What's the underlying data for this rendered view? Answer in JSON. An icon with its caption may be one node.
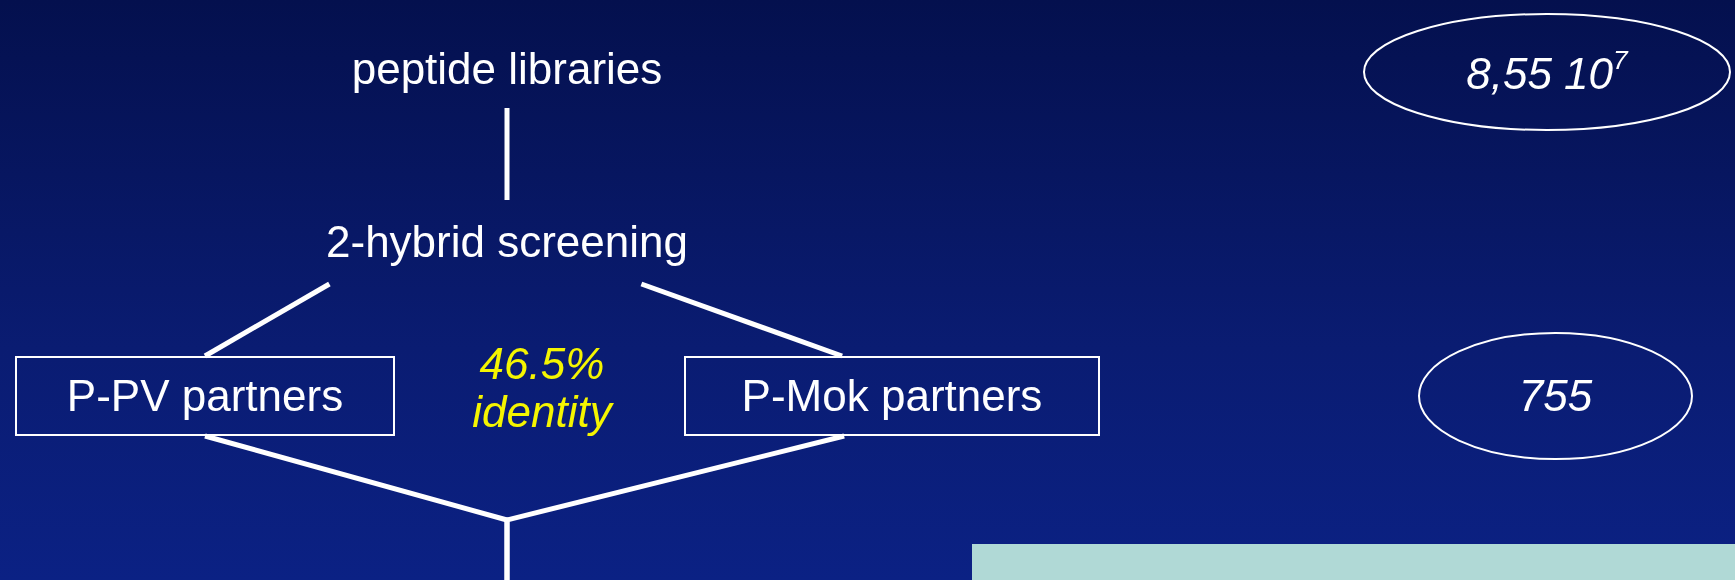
{
  "diagram": {
    "nodes": [
      {
        "text": [
          "peptide libraries"
        ]
      },
      {
        "text": [
          "2-hybrid screening"
        ]
      },
      {
        "text": [
          "P-PV partners"
        ]
      },
      {
        "text": [
          "P-Mok partners"
        ]
      },
      {
        "text": [
          "8,55 10$^{7}$"
        ]
      },
      {
        "text": [
          "755"
        ]
      }
    ],
    "edges": [
      {
        "from": 0,
        "to": 1,
        "arrow": "none"
      },
      {
        "from": 1,
        "to": 2,
        "arrow": "none"
      },
      {
        "from": 1,
        "to": 3,
        "arrow": "none"
      },
      {
        "from": 2,
        "to": null,
        "arrow": "none"
      },
      {
        "from": 3,
        "to": null,
        "arrow": "none"
      }
    ],
    "labels": [
      "46.5% identity"
    ]
  }
}
